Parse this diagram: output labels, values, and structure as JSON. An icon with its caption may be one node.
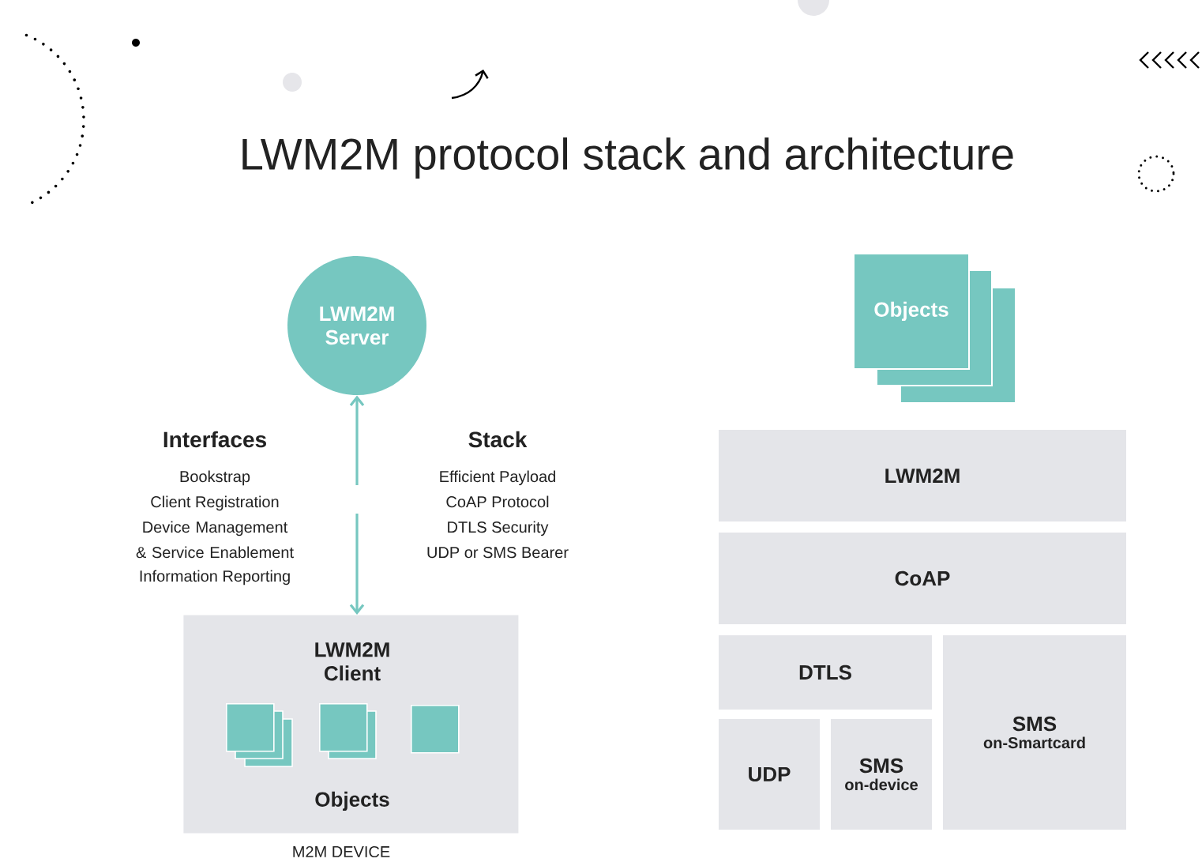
{
  "diagram": {
    "title": "LWM2M protocol stack and architecture",
    "nodes": [
      {
        "text": [
          "LWM2M Server"
        ]
      },
      {
        "text": [
          "LWM2M Client",
          "Objects"
        ],
        "beside": [
          "M2M DEVICE"
        ]
      },
      {
        "text": [],
        "shape": "box",
        "in": 1
      },
      {
        "text": [],
        "shape": "box",
        "in": 1
      },
      {
        "text": [],
        "shape": "box",
        "in": 1
      },
      {
        "text": [
          "Objects"
        ]
      },
      {
        "text": [
          "LWM2M"
        ]
      },
      {
        "text": [
          "CoAP"
        ]
      },
      {
        "text": [
          "DTLS"
        ]
      },
      {
        "text": [
          "SMS",
          "on-Smartcard"
        ]
      },
      {
        "text": [
          "UDP"
        ]
      },
      {
        "text": [
          "SMS",
          "on-device"
        ]
      }
    ],
    "edges": [
      {
        "from": null,
        "to": 0,
        "arrow": "to"
      },
      {
        "from": null,
        "to": 1,
        "arrow": "to"
      }
    ],
    "labels": [
      "Interfaces",
      "Bookstrap",
      "Client Registration",
      "Device Management & Service Enablement",
      "Information Reporting",
      "Stack",
      "Efficient Payload",
      "CoAP Protocol",
      "DTLS Security",
      "UDP or SMS Bearer"
    ]
  }
}
